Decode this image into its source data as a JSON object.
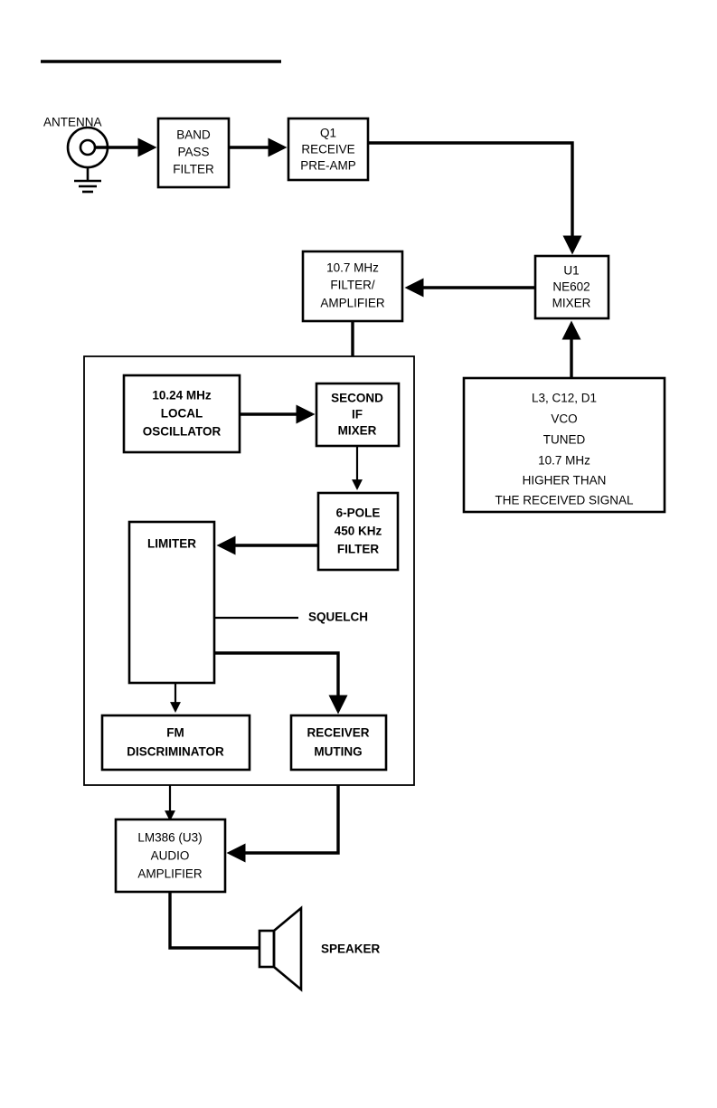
{
  "diagram": {
    "title_rule": "",
    "blocks": {
      "band_pass_filter": {
        "lines": [
          "BAND",
          "PASS",
          "FILTER"
        ]
      },
      "receive_preamp": {
        "lines": [
          "Q1",
          "RECEIVE",
          "PRE-AMP"
        ]
      },
      "mixer_u1": {
        "lines": [
          "U1",
          "NE602",
          "MIXER"
        ]
      },
      "if_filter_amp": {
        "lines": [
          "10.7 MHz",
          "FILTER/",
          "AMPLIFIER"
        ]
      },
      "vco": {
        "lines": [
          "L3, C12, D1",
          "VCO",
          "TUNED",
          "10.7 MHz",
          "HIGHER THAN",
          "THE RECEIVED SIGNAL"
        ]
      },
      "local_oscillator": {
        "lines": [
          "10.24 MHz",
          "LOCAL",
          "OSCILLATOR"
        ]
      },
      "second_if_mixer": {
        "lines": [
          "SECOND",
          "IF",
          "MIXER"
        ]
      },
      "crystal_filter": {
        "lines": [
          "6-POLE",
          "450 KHz",
          "FILTER"
        ]
      },
      "limiter": {
        "lines": [
          "LIMITER"
        ]
      },
      "fm_discriminator": {
        "lines": [
          "FM",
          "DISCRIMINATOR"
        ]
      },
      "receiver_muting": {
        "lines": [
          "RECEIVER",
          "MUTING"
        ]
      },
      "audio_amplifier": {
        "lines": [
          "LM386 (U3)",
          "AUDIO",
          "AMPLIFIER"
        ]
      }
    },
    "labels": {
      "antenna": "ANTENNA",
      "squelch": "SQUELCH",
      "speaker": "SPEAKER"
    },
    "colors": {
      "line": "#000000",
      "fill": "#ffffff",
      "text": "#000000"
    }
  }
}
